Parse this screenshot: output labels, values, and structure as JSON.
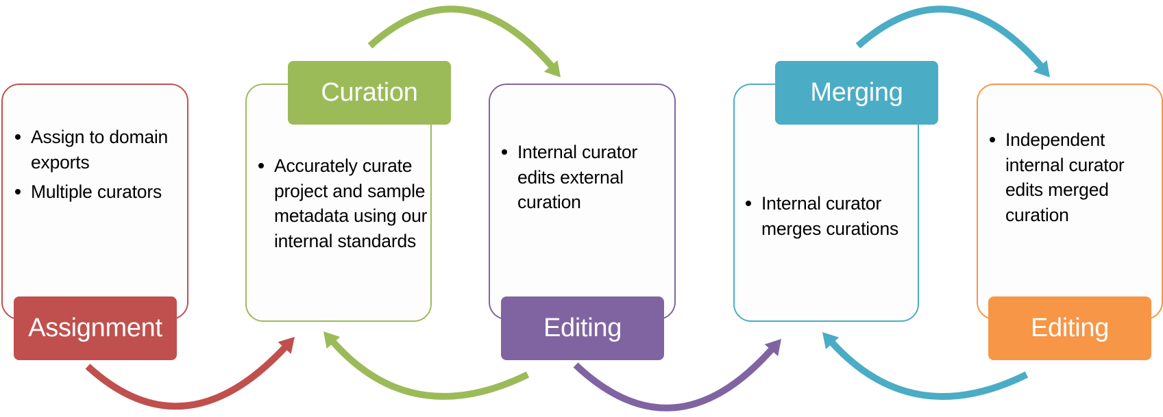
{
  "colors": {
    "assignment": "#C0504D",
    "curation": "#9BBB59",
    "editing_external": "#8064A2",
    "merging": "#4BACC6",
    "editing_merged": "#F79646",
    "text": "#000000",
    "label_text": "#FFFFFF"
  },
  "stages": [
    {
      "id": "assignment",
      "label": "Assignment",
      "bullets": [
        "Assign to domain exports",
        "Multiple curators"
      ]
    },
    {
      "id": "curation",
      "label": "Curation",
      "bullets": [
        "Accurately curate project and sample metadata using our internal standards"
      ]
    },
    {
      "id": "editing-external",
      "label": "Editing",
      "bullets": [
        "Internal curator edits external curation"
      ]
    },
    {
      "id": "merging",
      "label": "Merging",
      "bullets": [
        "Internal curator merges curations"
      ]
    },
    {
      "id": "editing-merged",
      "label": "Editing",
      "bullets": [
        "Independent internal curator edits merged curation"
      ]
    }
  ],
  "flow": [
    {
      "from": "assignment",
      "to": "curation",
      "color_key": "assignment"
    },
    {
      "from": "curation",
      "to": "editing-external",
      "color_key": "curation"
    },
    {
      "from": "editing-external",
      "to": "curation",
      "color_key": "curation"
    },
    {
      "from": "editing-external",
      "to": "merging",
      "color_key": "editing_external"
    },
    {
      "from": "merging",
      "to": "editing-merged",
      "color_key": "merging"
    },
    {
      "from": "editing-merged",
      "to": "merging",
      "color_key": "merging"
    }
  ]
}
